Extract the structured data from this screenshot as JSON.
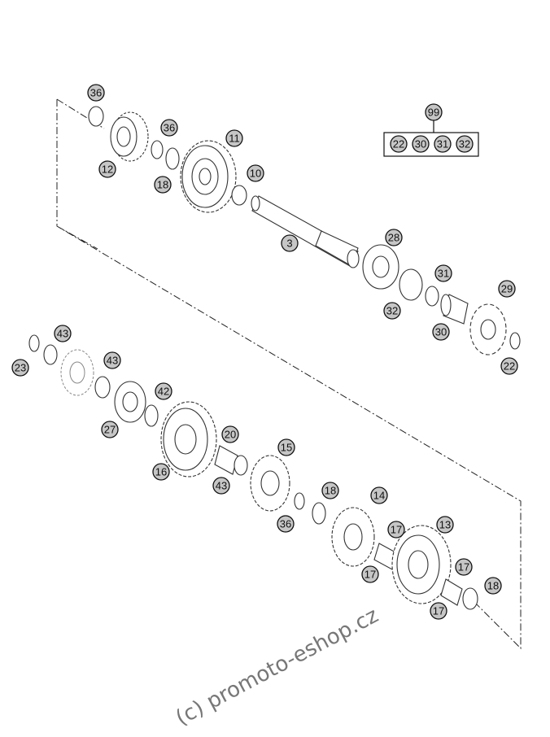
{
  "callouts": {
    "c36a": "36",
    "c12": "12",
    "c36b": "36",
    "c18a": "18",
    "c11": "11",
    "c10": "10",
    "c3": "3",
    "c28": "28",
    "c31": "31",
    "c32": "32",
    "c29": "29",
    "c30": "30",
    "c22": "22",
    "c43a": "43",
    "c23": "23",
    "c43b": "43",
    "c27": "27",
    "c42": "42",
    "c16": "16",
    "c20": "20",
    "c43c": "43",
    "c15": "15",
    "c36c": "36",
    "c18b": "18",
    "c14": "14",
    "c17a": "17",
    "c17b": "17",
    "c13": "13",
    "c17c": "17",
    "c18c": "18",
    "c17d": "17"
  },
  "kit": {
    "head": "99",
    "items": [
      "22",
      "30",
      "31",
      "32"
    ]
  },
  "watermark": "(c) promoto-eshop.cz"
}
